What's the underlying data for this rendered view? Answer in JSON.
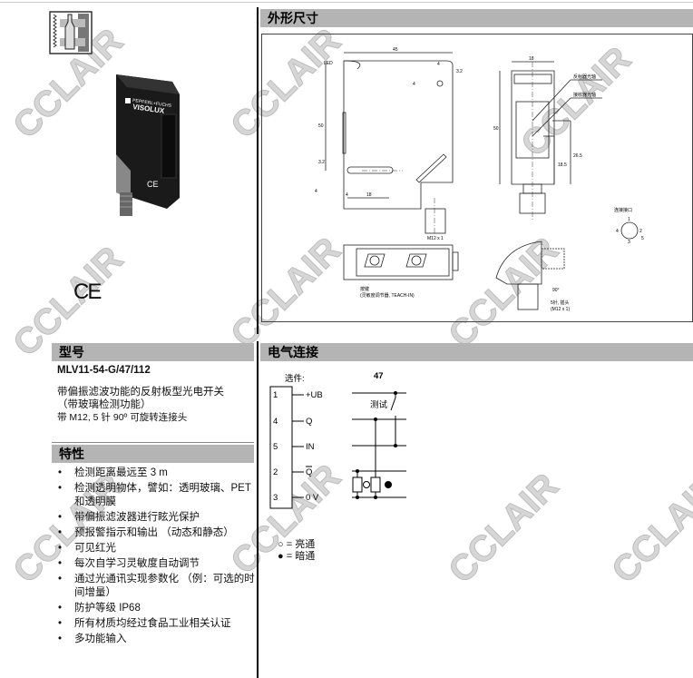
{
  "watermark": "CCLAIR",
  "dimensions": {
    "title": "外形尺寸",
    "labels": {
      "led": "LED",
      "w45": "45",
      "d4a": "4",
      "d32a": "3.2",
      "d4b": "4",
      "h50": "50",
      "d32b": "3.2",
      "d4c": "4",
      "d4d": "4",
      "d18": "18",
      "m12": "M12 x 1",
      "w18": "18",
      "emitter_axis": "反射器光轴",
      "receiver_axis": "接收器光轴",
      "h50b": "50",
      "h185": "18.5",
      "h265": "26.5",
      "connector": "连接接口",
      "pins": [
        "1",
        "2",
        "3",
        "4",
        "5"
      ],
      "button": "按键",
      "button_note": "(灵敏度调节器, TEACH-IN)",
      "rot": "90°",
      "rot_note": "5针, 插头",
      "rot_note2": "(M12 x 1)"
    }
  },
  "model": {
    "title": "型号",
    "code": "MLV11-54-G/47/112",
    "desc": [
      "带偏振滤波功能的反射板型光电开关",
      "（带玻璃检测功能）",
      "带 M12, 5 针 90º 可旋转连接头"
    ]
  },
  "features": {
    "title": "特性",
    "items": [
      "检测距离最远至 3 m",
      "检测透明物体，譬如：透明玻璃、PET 和透明膜",
      "带偏振滤波器进行眩光保护",
      "预报警指示和输出 （动态和静态）",
      "可见红光",
      "每次自学习灵敏度自动调节",
      "通过光通讯实现参数化 （例：可选的时间增量）",
      "防护等级 IP68",
      "所有材质均经过食品工业相关认证",
      "多功能输入"
    ]
  },
  "electrical": {
    "title": "电气连接",
    "option": "选件:",
    "variant": "47",
    "test": "测试",
    "pins": [
      {
        "num": "1",
        "sig": "+UB"
      },
      {
        "num": "4",
        "sig": "Q"
      },
      {
        "num": "5",
        "sig": "IN"
      },
      {
        "num": "2",
        "sig": "Q"
      },
      {
        "num": "3",
        "sig": "0 V"
      }
    ],
    "legend": [
      {
        "sym": "○",
        "text": "= 亮通"
      },
      {
        "sym": "●",
        "text": "= 暗通"
      }
    ]
  },
  "product": {
    "brand": "PEPPERL+FUCHS",
    "name": "VISOLUX",
    "ce": "CE"
  }
}
